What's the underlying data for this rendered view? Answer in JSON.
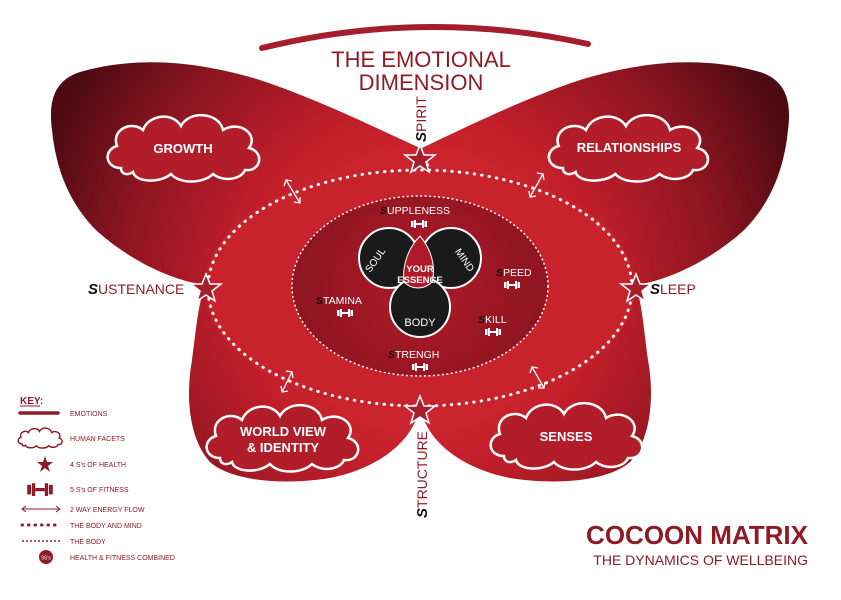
{
  "title": {
    "line1": "THE EMOTIONAL",
    "line2": "DIMENSION"
  },
  "facets": {
    "growth": "GROWTH",
    "relationships": "RELATIONSHIPS",
    "world_view_line1": "WORLD VIEW",
    "world_view_line2": "& IDENTITY",
    "senses": "SENSES"
  },
  "health": {
    "spirit": {
      "initial": "S",
      "rest": "PIRIT"
    },
    "structure": {
      "initial": "S",
      "rest": "TRUCTURE"
    },
    "sustenance": {
      "initial": "S",
      "rest": "USTENANCE"
    },
    "sleep": {
      "initial": "S",
      "rest": "LEEP"
    }
  },
  "fitness": {
    "suppleness": {
      "initial": "S",
      "rest": "UPPLENESS"
    },
    "speed": {
      "initial": "S",
      "rest": "PEED"
    },
    "skill": {
      "initial": "S",
      "rest": "KILL"
    },
    "strength": {
      "initial": "S",
      "rest": "TRENGH"
    },
    "stamina": {
      "initial": "S",
      "rest": "TAMINA"
    }
  },
  "essence": {
    "soul": "SOUL",
    "mind": "MIND",
    "body": "BODY",
    "center_line1": "YOUR",
    "center_line2": "ESSENCE"
  },
  "key": {
    "heading": "KEY:",
    "items": [
      "EMOTIONS",
      "HUMAN FACETS",
      "4 S's OF HEALTH",
      "5 S's OF FITNESS",
      "2 WAY ENERGY FLOW",
      "THE BODY AND MIND",
      "THE BODY",
      "HEALTH & FITNESS COMBINED"
    ],
    "badge": "9S's"
  },
  "brand": {
    "title": "COCOON MATRIX",
    "subtitle": "THE DYNAMICS OF WELLBEING"
  },
  "colors": {
    "primary": "#9e1b2a",
    "dark": "#5a0c14",
    "bright": "#d42a2e",
    "text": "#8e1b26"
  }
}
